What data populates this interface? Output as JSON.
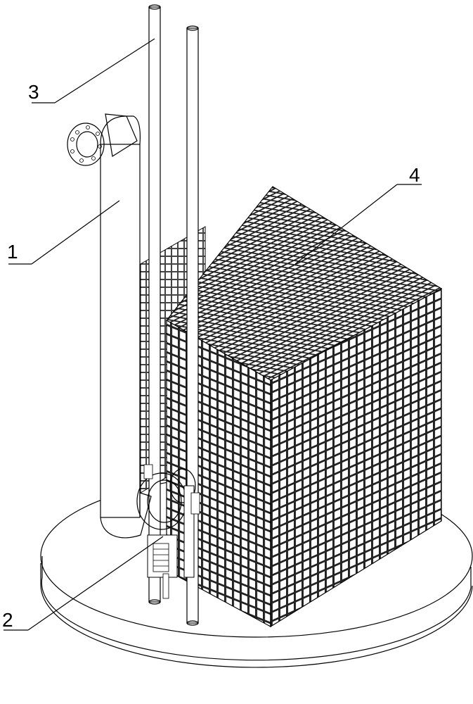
{
  "labels": [
    {
      "id": "1",
      "text": "1"
    },
    {
      "id": "2",
      "text": "2"
    },
    {
      "id": "3",
      "text": "3"
    },
    {
      "id": "4",
      "text": "4"
    }
  ],
  "colors": {
    "line": "#000000",
    "background": "#ffffff"
  }
}
